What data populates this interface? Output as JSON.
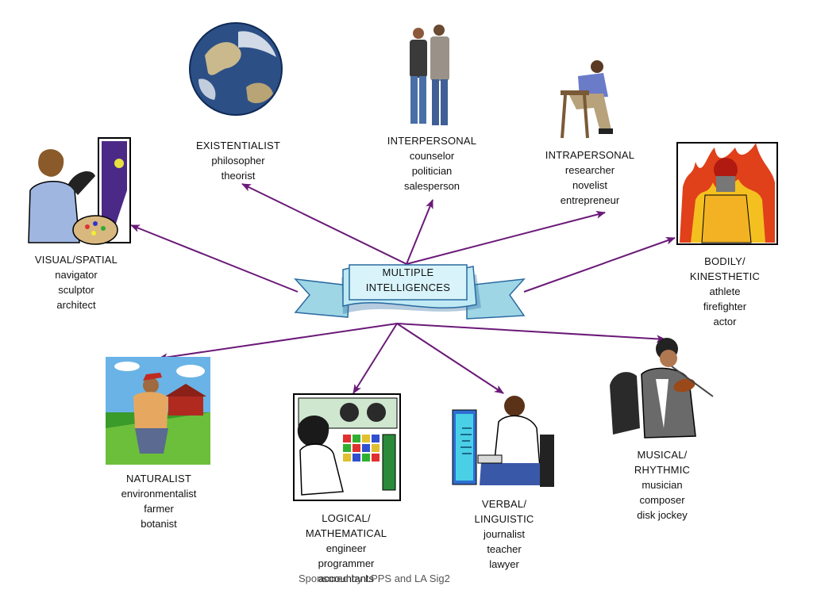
{
  "center": {
    "line1": "MULTIPLE",
    "line2": "INTELLIGENCES"
  },
  "intelligences": [
    {
      "id": "existentialist",
      "title": [
        "EXISTENTIALIST"
      ],
      "examples": [
        "philosopher",
        "theorist"
      ],
      "image": "earth-globe-image"
    },
    {
      "id": "interpersonal",
      "title": [
        "INTERPERSONAL"
      ],
      "examples": [
        "counselor",
        "politician",
        "salesperson"
      ],
      "image": "two-people-standing-image"
    },
    {
      "id": "intrapersonal",
      "title": [
        "INTRAPERSONAL"
      ],
      "examples": [
        "researcher",
        "novelist",
        "entrepreneur"
      ],
      "image": "thinker-on-stool-image"
    },
    {
      "id": "visual-spatial",
      "title": [
        "VISUAL/SPATIAL"
      ],
      "examples": [
        "navigator",
        "sculptor",
        "architect"
      ],
      "image": "painter-with-palette-image"
    },
    {
      "id": "bodily-kinesthetic",
      "title": [
        "BODILY/",
        "KINESTHETIC"
      ],
      "examples": [
        "athlete",
        "firefighter",
        "actor"
      ],
      "image": "firefighter-in-flames-image"
    },
    {
      "id": "naturalist",
      "title": [
        "NATURALIST"
      ],
      "examples": [
        "environmentalist",
        "farmer",
        "botanist"
      ],
      "image": "farmer-in-field-image"
    },
    {
      "id": "logical-mathematical",
      "title": [
        "LOGICAL/",
        "MATHEMATICAL"
      ],
      "examples": [
        "engineer",
        "programmer",
        "accountants"
      ],
      "image": "woman-at-control-panel-image"
    },
    {
      "id": "verbal-linguistic",
      "title": [
        "VERBAL/",
        "LINGUISTIC"
      ],
      "examples": [
        "journalist",
        "teacher",
        "lawyer"
      ],
      "image": "man-at-computer-image"
    },
    {
      "id": "musical-rhythmic",
      "title": [
        "MUSICAL/",
        "RHYTHMIC"
      ],
      "examples": [
        "musician",
        "composer",
        "disk jockey"
      ],
      "image": "violinist-image"
    }
  ],
  "footer": "Sponsored by LPPS and LA Sig2",
  "colors": {
    "arrow": "#6b1a78",
    "ribbon": "#b8e8f2",
    "ribbon_edge": "#2a6aa0"
  }
}
